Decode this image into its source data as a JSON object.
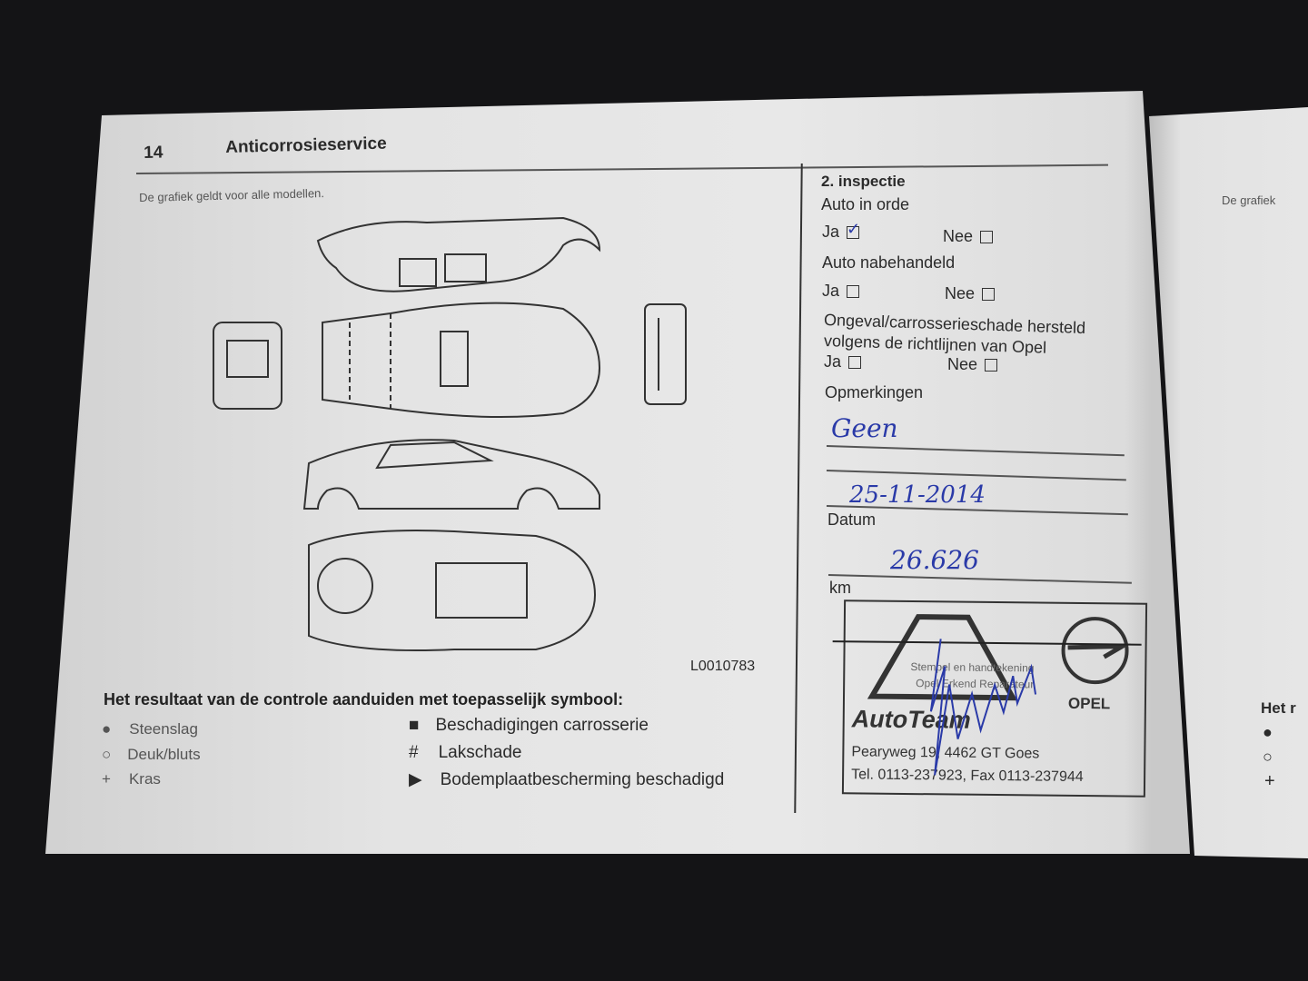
{
  "header": {
    "page_number": "14",
    "title": "Anticorrosieservice",
    "subtitle": "De grafiek geldt voor alle modellen."
  },
  "figure": {
    "code": "L0010783"
  },
  "legend": {
    "title": "Het resultaat van de controle aanduiden met toepasselijk symbool:",
    "items": [
      {
        "symbol": "●",
        "label": "Steenslag"
      },
      {
        "symbol": "○",
        "label": "Deuk/bluts"
      },
      {
        "symbol": "+",
        "label": "Kras"
      },
      {
        "symbol": "■",
        "label": "Beschadigingen carrosserie"
      },
      {
        "symbol": "#",
        "label": "Lakschade"
      },
      {
        "symbol": "▶",
        "label": "Bodemplaatbescherming beschadigd"
      }
    ]
  },
  "inspection": {
    "title": "2. inspectie",
    "q1": {
      "label": "Auto in orde",
      "yes": "Ja",
      "no": "Nee",
      "yes_checked": true,
      "no_checked": false
    },
    "q2": {
      "label": "Auto nabehandeld",
      "yes": "Ja",
      "no": "Nee",
      "yes_checked": false,
      "no_checked": false
    },
    "q3": {
      "label_line1": "Ongeval/carrosserieschade hersteld",
      "label_line2": "volgens de richtlijnen van Opel",
      "yes": "Ja",
      "no": "Nee",
      "yes_checked": false,
      "no_checked": false
    },
    "remarks_label": "Opmerkingen",
    "remarks_value": "Geen",
    "date_value": "25-11-2014",
    "date_label": "Datum",
    "km_value": "26.626",
    "km_label": "km"
  },
  "stamp": {
    "line1": "Stempel en handtekening",
    "line2": "Opel Erkend Reparateur",
    "company": "AutoTeam",
    "brand": "OPEL",
    "address": "Pearyweg 19, 4462 GT Goes",
    "phone": "Tel. 0113-237923, Fax 0113-237944"
  },
  "right_page": {
    "subtitle": "De grafiek",
    "legend_title": "Het r",
    "symbols": [
      "●",
      "○",
      "+"
    ]
  },
  "colors": {
    "ink": "#2a3aa8",
    "paper": "#e6e6e6",
    "background": "#141416"
  }
}
